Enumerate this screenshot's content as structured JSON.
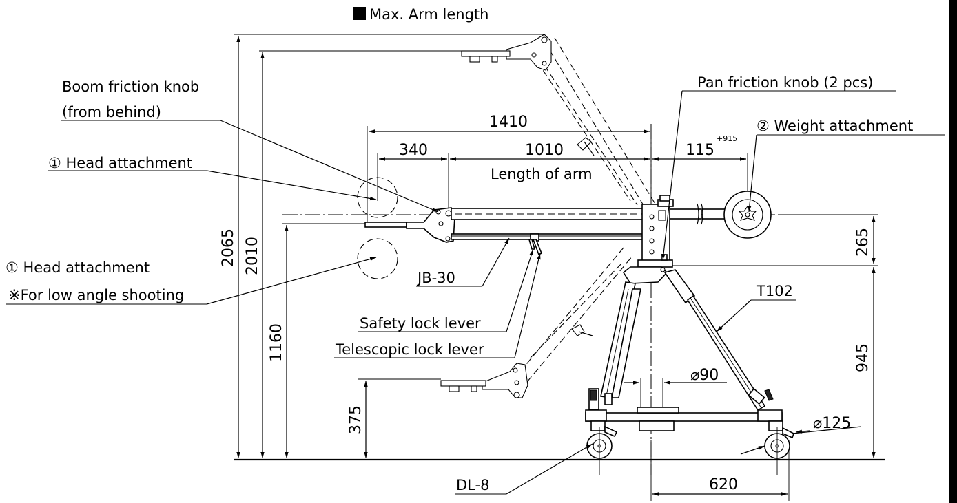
{
  "title": "Max. Arm length",
  "labels": {
    "boom_friction_knob": "Boom friction knob",
    "boom_friction_knob_note": "(from behind)",
    "head_attachment": "① Head attachment",
    "head_attachment_low": "① Head attachment",
    "low_angle_note": "※For low angle shooting",
    "pan_friction_knob": "Pan friction knob (2 pcs)",
    "weight_attachment": "② Weight attachment",
    "length_of_arm": "Length of arm",
    "jb30": "JB-30",
    "safety_lock_lever": "Safety lock lever",
    "telescopic_lock_lever": "Telescopic lock lever",
    "t102": "T102",
    "dl8": "DL-8"
  },
  "dimensions": {
    "d1410": "1410",
    "d340": "340",
    "d1010": "1010",
    "d115": "115",
    "d115_tol": "+915",
    "d2065": "2065",
    "d2010": "2010",
    "d1160": "1160",
    "d375": "375",
    "d265": "265",
    "d945": "945",
    "d620": "620",
    "dia90": "⌀90",
    "dia125": "⌀125"
  }
}
